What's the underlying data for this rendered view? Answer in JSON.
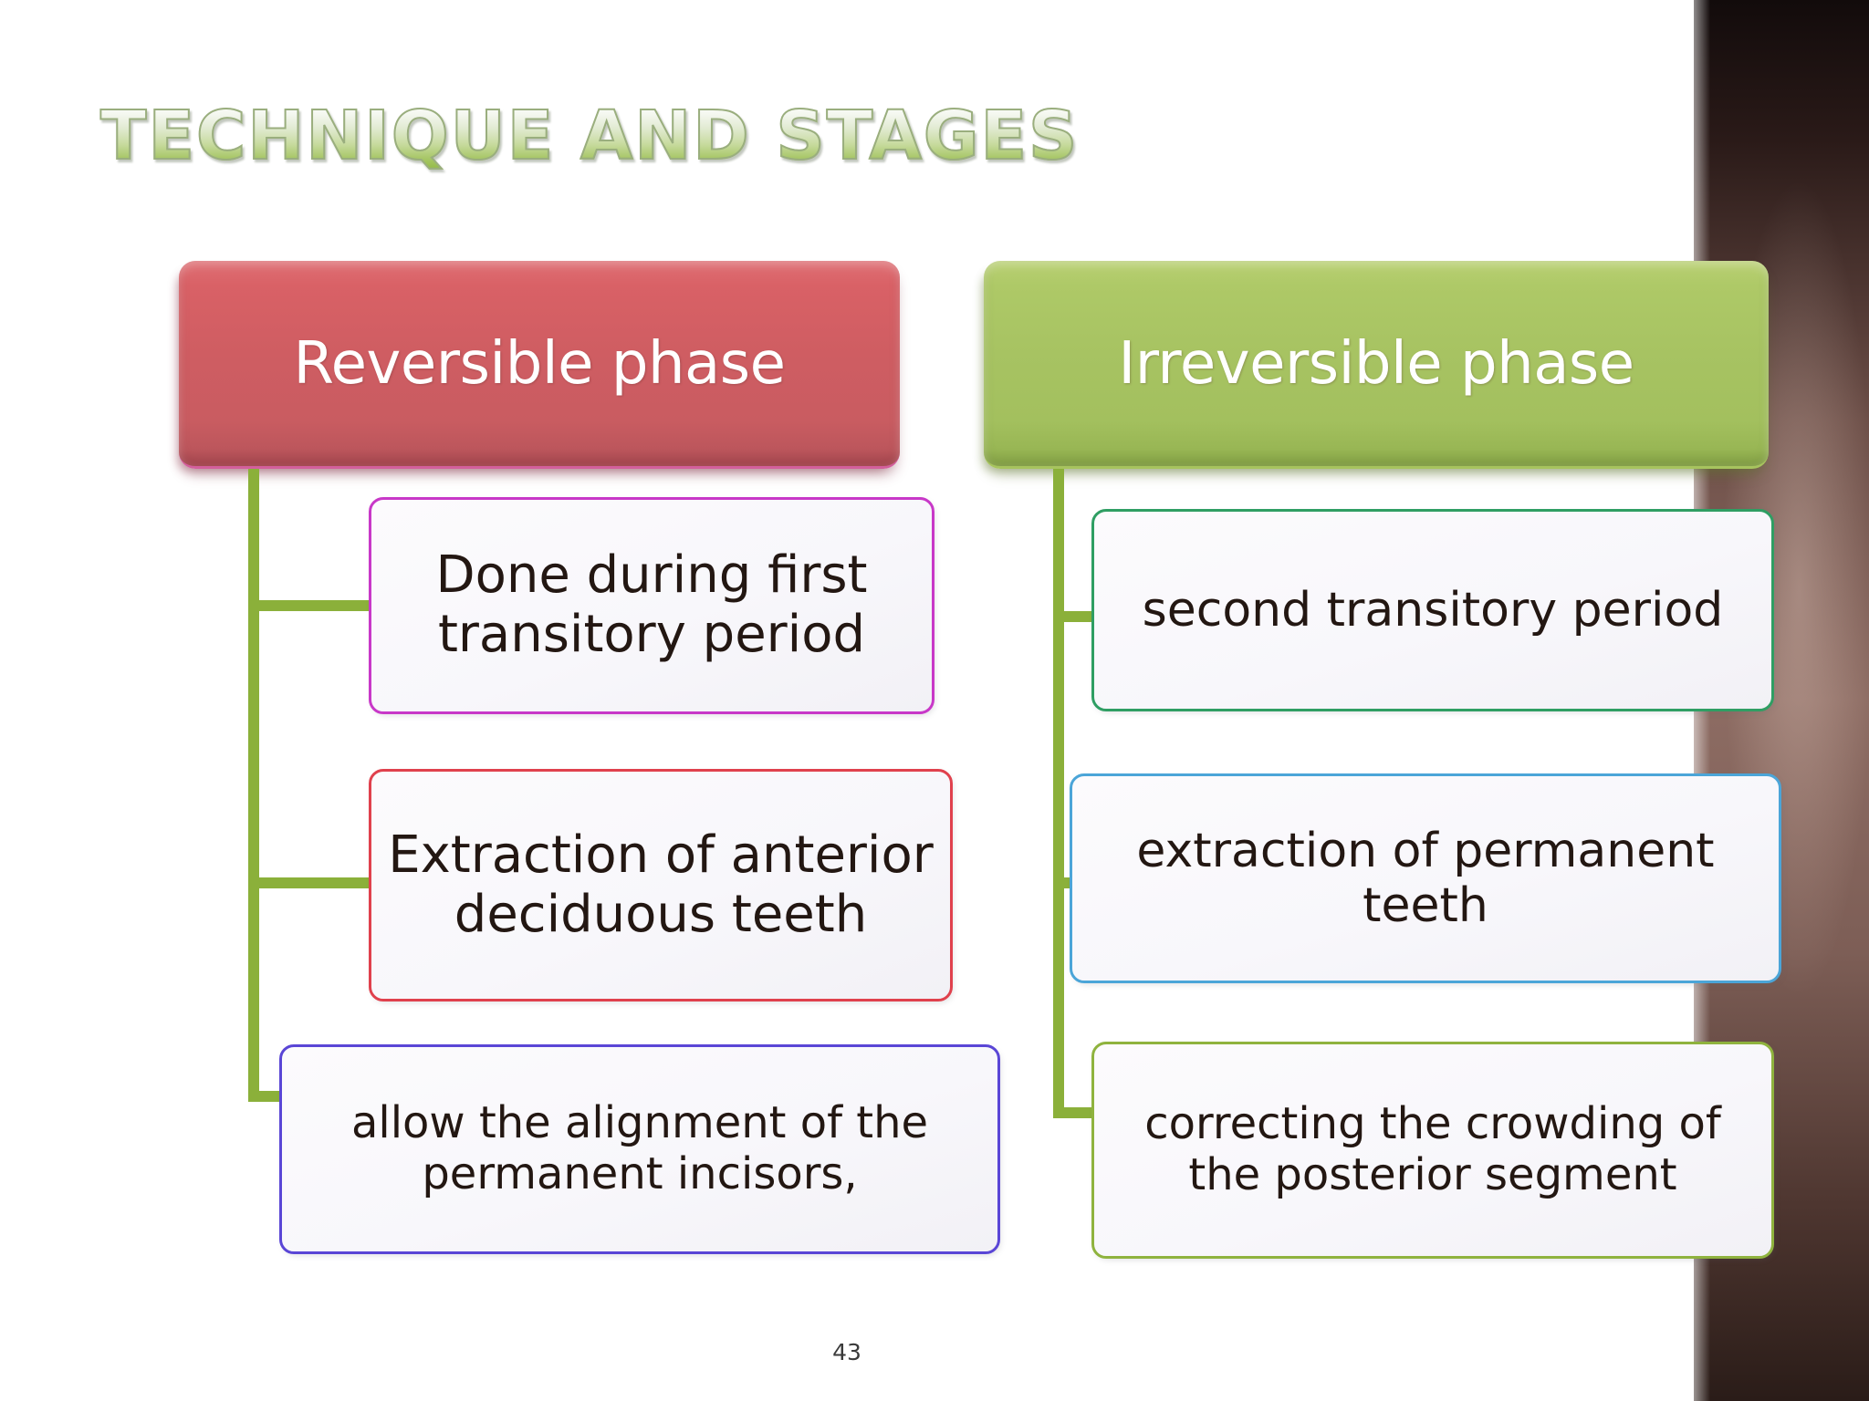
{
  "slide": {
    "title": "Technique and stages",
    "page_number": "43",
    "background_color": "#ffffff",
    "accent_color": "#8bb03a"
  },
  "columns": [
    {
      "id": "reversible",
      "header": {
        "label": "Reversible phase",
        "fill_color": "#cf5d62",
        "text_color": "#ffffff"
      },
      "items": [
        {
          "text": "Done during first transitory period",
          "border_color": "#c838c8"
        },
        {
          "text": "Extraction of anterior deciduous teeth",
          "border_color": "#e0414d"
        },
        {
          "text": "allow the alignment of the permanent incisors,",
          "border_color": "#5a46d6"
        }
      ]
    },
    {
      "id": "irreversible",
      "header": {
        "label": "Irreversible phase",
        "fill_color": "#a7c362",
        "text_color": "#ffffff"
      },
      "items": [
        {
          "text": "second transitory period",
          "border_color": "#2f9e63"
        },
        {
          "text": "extraction of permanent  teeth",
          "border_color": "#4ba5d8"
        },
        {
          "text": "correcting the crowding of the posterior segment",
          "border_color": "#8fb33e"
        }
      ]
    }
  ]
}
